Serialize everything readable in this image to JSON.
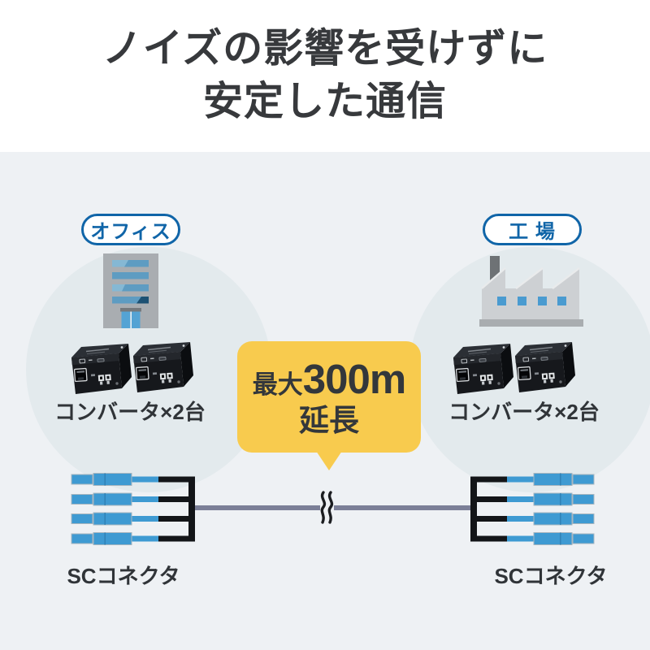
{
  "title": {
    "line1": "ノイズの影響を受けずに",
    "line2": "安定した通信"
  },
  "left_site": {
    "name": "オフィス",
    "devices_label": "コンバータ×2台",
    "connector_label": "SCコネクタ"
  },
  "right_site": {
    "name": "工 場",
    "devices_label": "コンバータ×2台",
    "connector_label": "SCコネクタ"
  },
  "callout": {
    "prefix": "最大",
    "distance": "300m",
    "suffix": "延長"
  },
  "colors": {
    "accent_yellow": "#f8cb4e",
    "brand_blue": "#1065a8",
    "connector_blue": "#3e9ad2",
    "cable_gray": "#7b7f97",
    "stage_background": "#eef1f4",
    "circle_tint": "#e3eaed",
    "text_dark": "#37393c",
    "window_blue": "#5e9cc2",
    "factory_window_blue": "#4a9bd0"
  },
  "icons": {
    "left": "office-building-icon",
    "right": "factory-icon",
    "devices": "media-converter-icon",
    "connectors": "sc-connector-icon",
    "cable": "fiber-cable-break-icon"
  }
}
